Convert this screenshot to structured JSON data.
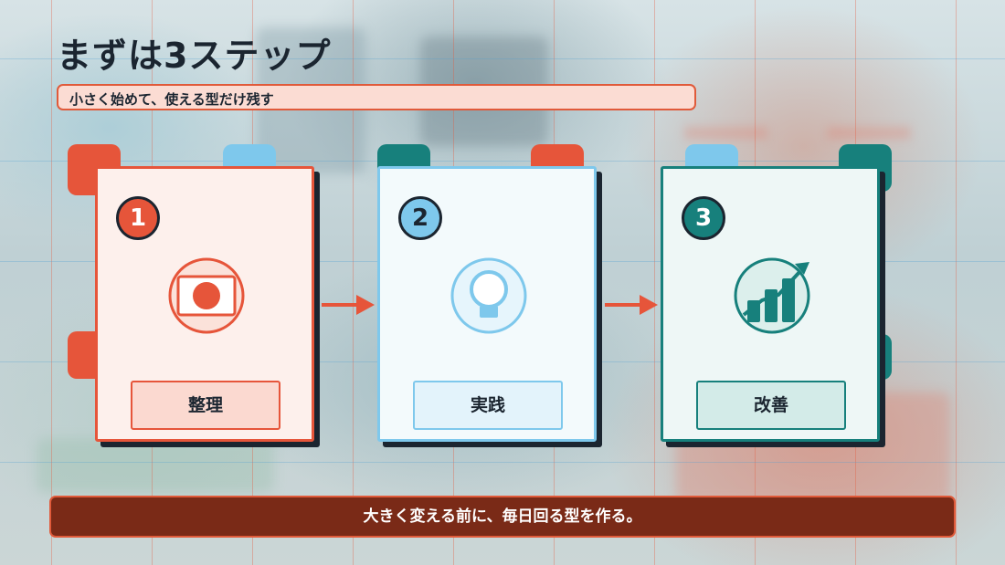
{
  "title": "まずは3ステップ",
  "subtitle": "小さく始めて、使える型だけ残す",
  "steps": [
    {
      "number": "1",
      "label": "整理",
      "icon": "document-icon"
    },
    {
      "number": "2",
      "label": "実践",
      "icon": "lightbulb-icon"
    },
    {
      "number": "3",
      "label": "改善",
      "icon": "growth-chart-icon"
    }
  ],
  "footer": "大きく変える前に、毎日回る型を作る。",
  "colors": {
    "accent_red": "#e6553a",
    "accent_blue": "#7ec8ec",
    "accent_teal": "#17807c",
    "footer_bg": "#7a2a17",
    "ink": "#1b2530"
  }
}
